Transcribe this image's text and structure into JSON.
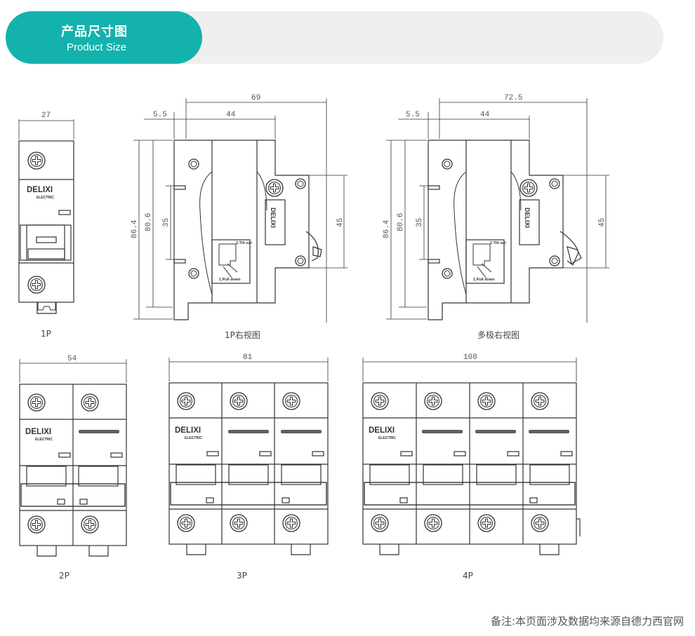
{
  "header": {
    "title_cn": "产品尺寸图",
    "title_en": "Product Size"
  },
  "brand": {
    "name": "DELIXI",
    "sub": "ELECTRIC"
  },
  "side_labels": {
    "tilt": "2.Tilt out",
    "pull": "1.Pull down"
  },
  "dimensions": {
    "p1_width": "27",
    "side1_total": "69",
    "side1_a": "5.5",
    "side1_b": "44",
    "side1_h1": "86.4",
    "side1_h2": "80.6",
    "side1_h3": "35",
    "side1_h4": "45",
    "sidem_total": "72.5",
    "sidem_a": "5.5",
    "sidem_b": "44",
    "sidem_h1": "86.4",
    "sidem_h2": "80.6",
    "sidem_h3": "35",
    "sidem_h4": "45",
    "p2_width": "54",
    "p3_width": "81",
    "p4_width": "108"
  },
  "captions": {
    "p1": "1P",
    "side1": "1P右视图",
    "sidem": "多极右视图",
    "p2": "2P",
    "p3": "3P",
    "p4": "4P"
  },
  "footer": {
    "note": "备注:本页面涉及数据均来源自德力西官网"
  },
  "colors": {
    "accent": "#14b2ac",
    "banner_bg": "#efefef",
    "line": "#333333"
  }
}
